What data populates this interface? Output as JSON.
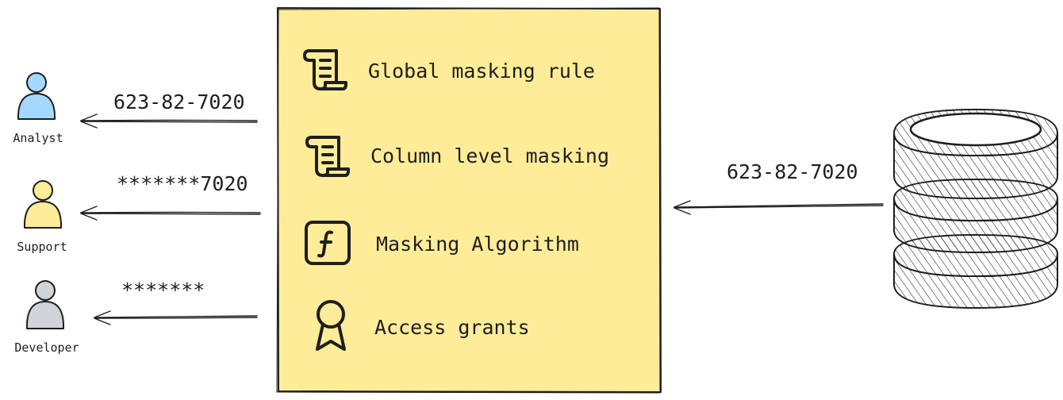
{
  "users": [
    {
      "label": "Analyst",
      "value": "623-82-7020",
      "color": "#a5d8ff"
    },
    {
      "label": "Support",
      "value": "*******7020",
      "color": "#ffec99"
    },
    {
      "label": "Developer",
      "value": "*******",
      "color": "#ced4da"
    }
  ],
  "policy_panel": {
    "background": "#ffec99",
    "items": [
      {
        "label": "Global masking rule",
        "icon": "scroll-icon"
      },
      {
        "label": "Column level masking",
        "icon": "scroll-icon"
      },
      {
        "label": "Masking Algorithm",
        "icon": "function-icon"
      },
      {
        "label": "Access grants",
        "icon": "award-ribbon-icon"
      }
    ]
  },
  "source": {
    "value": "623-82-7020",
    "icon": "database-icon"
  }
}
